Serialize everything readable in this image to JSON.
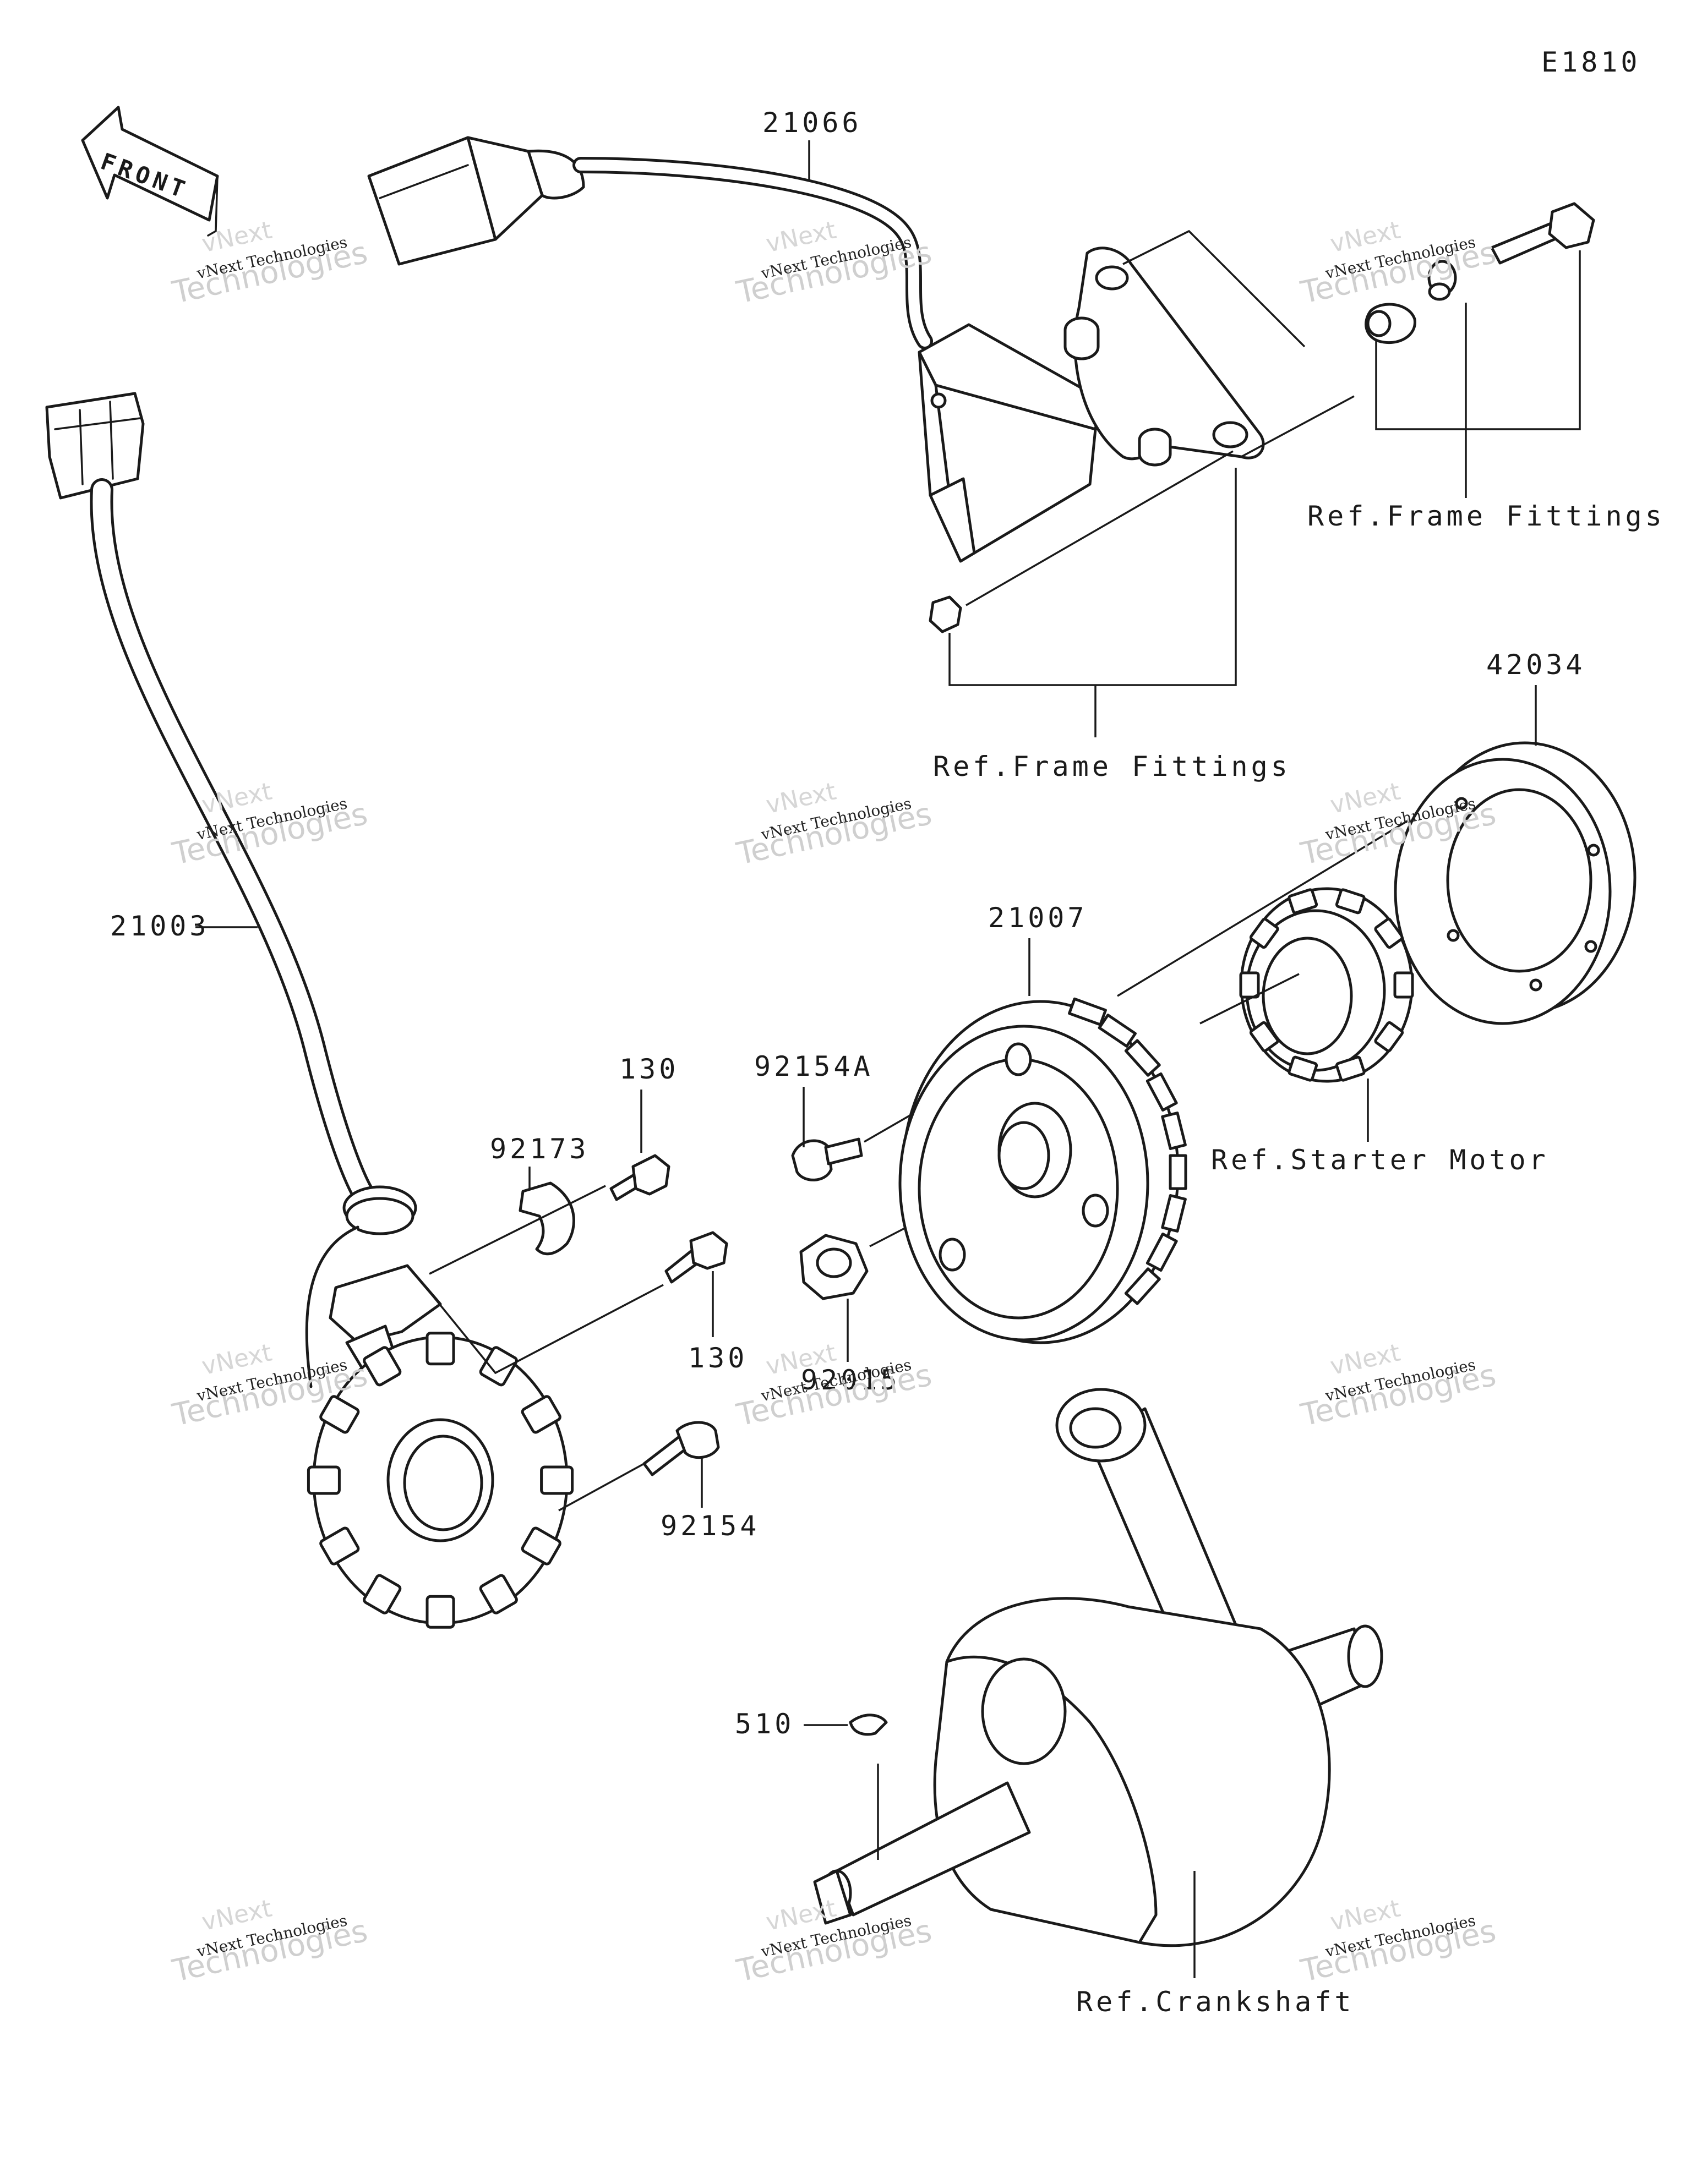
{
  "diagram": {
    "code": "E1810",
    "orientation": "FRONT",
    "watermark": {
      "line1": "vNext Technologies",
      "line2": "vNext",
      "line3": "Technologies"
    },
    "part_numbers": {
      "harness_top": "21066",
      "harness_left": "21003",
      "rotor": "21007",
      "plate": "42034",
      "bolt_130_top": "130",
      "bolt_130_mid": "130",
      "clamp": "92173",
      "screw_92154A": "92154A",
      "nut_92015": "92015",
      "bolt_92154": "92154",
      "key_510": "510"
    },
    "references": {
      "frame_fittings_right": "Ref.Frame Fittings",
      "frame_fittings_center": "Ref.Frame Fittings",
      "starter_motor": "Ref.Starter Motor",
      "crankshaft": "Ref.Crankshaft"
    }
  }
}
